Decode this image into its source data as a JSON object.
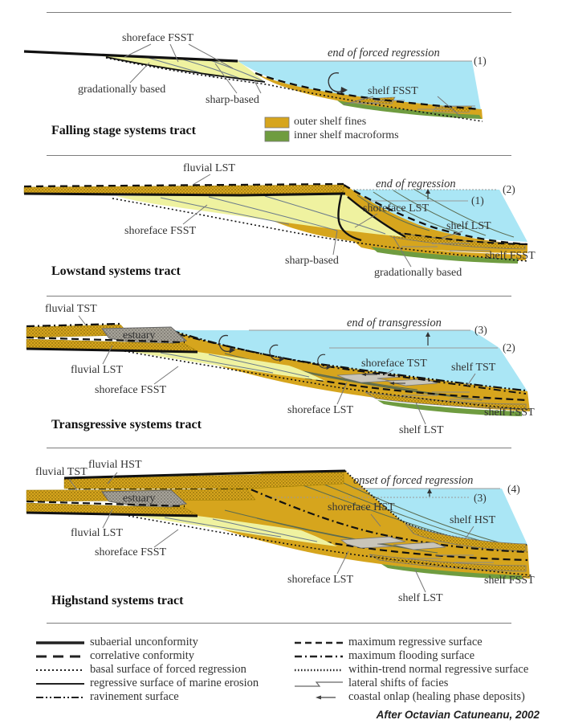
{
  "attribution": "After Octavian Catuneanu, 2002",
  "colors": {
    "water": "#aae6f5",
    "sand": "#d6a51d",
    "pale_sand": "#eff2a0",
    "green": "#6f9c40",
    "estuary_gray": "#a8a49a"
  },
  "panels": {
    "fsst": {
      "title": "Falling stage systems tract",
      "sea": "end of forced regression",
      "m1": "(1)",
      "labels": {
        "shoreface_fsst": "shoreface FSST",
        "gradationally_based": "gradationally based",
        "sharp_based": "sharp-based",
        "shelf_fsst": "shelf FSST"
      },
      "key": {
        "outer": "outer shelf fines",
        "inner": "inner shelf macroforms"
      }
    },
    "lst": {
      "title": "Lowstand systems tract",
      "sea": "end of regression",
      "m2": "(2)",
      "m1": "(1)",
      "labels": {
        "fluvial_lst": "fluvial LST",
        "shoreface_fsst": "shoreface FSST",
        "sharp_based": "sharp-based",
        "gradationally_based": "gradationally based",
        "shoreface_lst": "shoreface LST",
        "shelf_lst": "shelf LST",
        "shelf_fsst": "shelf FSST"
      }
    },
    "tst": {
      "title": "Transgressive systems tract",
      "sea": "end of transgression",
      "m3": "(3)",
      "m2": "(2)",
      "labels": {
        "fluvial_tst": "fluvial TST",
        "estuary": "estuary",
        "fluvial_lst": "fluvial LST",
        "shoreface_fsst": "shoreface FSST",
        "shoreface_tst": "shoreface TST",
        "shelf_tst": "shelf TST",
        "shoreface_lst": "shoreface LST",
        "shelf_lst": "shelf LST",
        "shelf_fsst": "shelf FSST"
      }
    },
    "hst": {
      "title": "Highstand systems tract",
      "sea": "onset of forced regression",
      "m4": "(4)",
      "m3": "(3)",
      "labels": {
        "fluvial_tst": "fluvial TST",
        "fluvial_hst": "fluvial HST",
        "estuary": "estuary",
        "fluvial_lst": "fluvial LST",
        "shoreface_fsst": "shoreface FSST",
        "shoreface_hst": "shoreface HST",
        "shelf_hst": "shelf HST",
        "shoreface_lst": "shoreface LST",
        "shelf_lst": "shelf LST",
        "shelf_fsst": "shelf FSST"
      }
    }
  },
  "legend": {
    "left": [
      "subaerial unconformity",
      "correlative conformity",
      "basal surface of forced regression",
      "regressive surface of marine erosion",
      "ravinement surface"
    ],
    "right": [
      "maximum regressive surface",
      "maximum flooding surface",
      "within-trend normal regressive surface",
      "lateral shifts of facies",
      "coastal onlap (healing phase deposits)"
    ]
  }
}
